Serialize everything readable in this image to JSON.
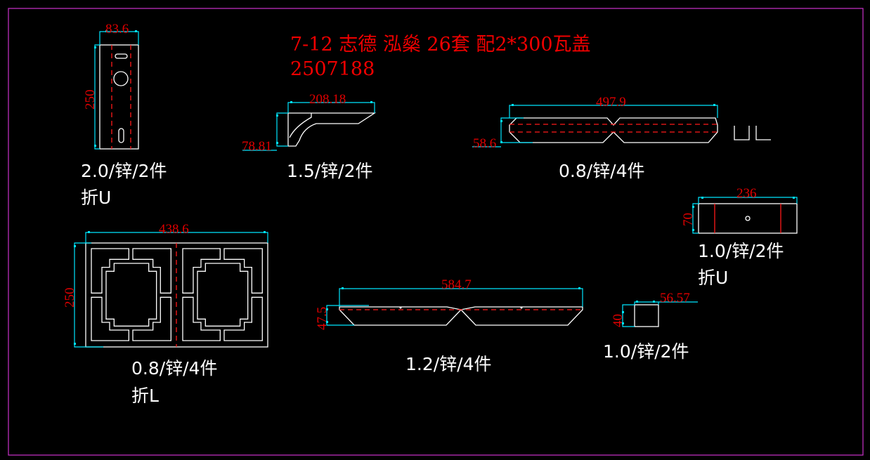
{
  "title": {
    "line1": "7-12 志德 泓燊 26套 配2*300瓦盖",
    "line2": "2507188"
  },
  "parts": [
    {
      "dims": {
        "width": "83.6",
        "height": "250"
      },
      "label": "2.0/锌/2件",
      "note": "折U"
    },
    {
      "dims": {
        "width": "208.18",
        "height": "78.81"
      },
      "label": "1.5/锌/2件"
    },
    {
      "dims": {
        "width": "497.9",
        "height": "58.6"
      },
      "label": "0.8/锌/4件"
    },
    {
      "dims": {
        "width": "236",
        "height": "70"
      },
      "label": "1.0/锌/2件",
      "note": "折U"
    },
    {
      "dims": {
        "width": "438.6",
        "height": "250"
      },
      "label": "0.8/锌/4件",
      "note": "折L"
    },
    {
      "dims": {
        "width": "584.7",
        "height": "47.5"
      },
      "label": "1.2/锌/4件"
    },
    {
      "dims": {
        "width": "56.57",
        "height": "40"
      },
      "label": "1.0/锌/2件"
    }
  ],
  "colors": {
    "border": "#cc33cc",
    "dimension": "#00e5ff",
    "text_red": "#e00000",
    "geometry": "#ffffff"
  }
}
